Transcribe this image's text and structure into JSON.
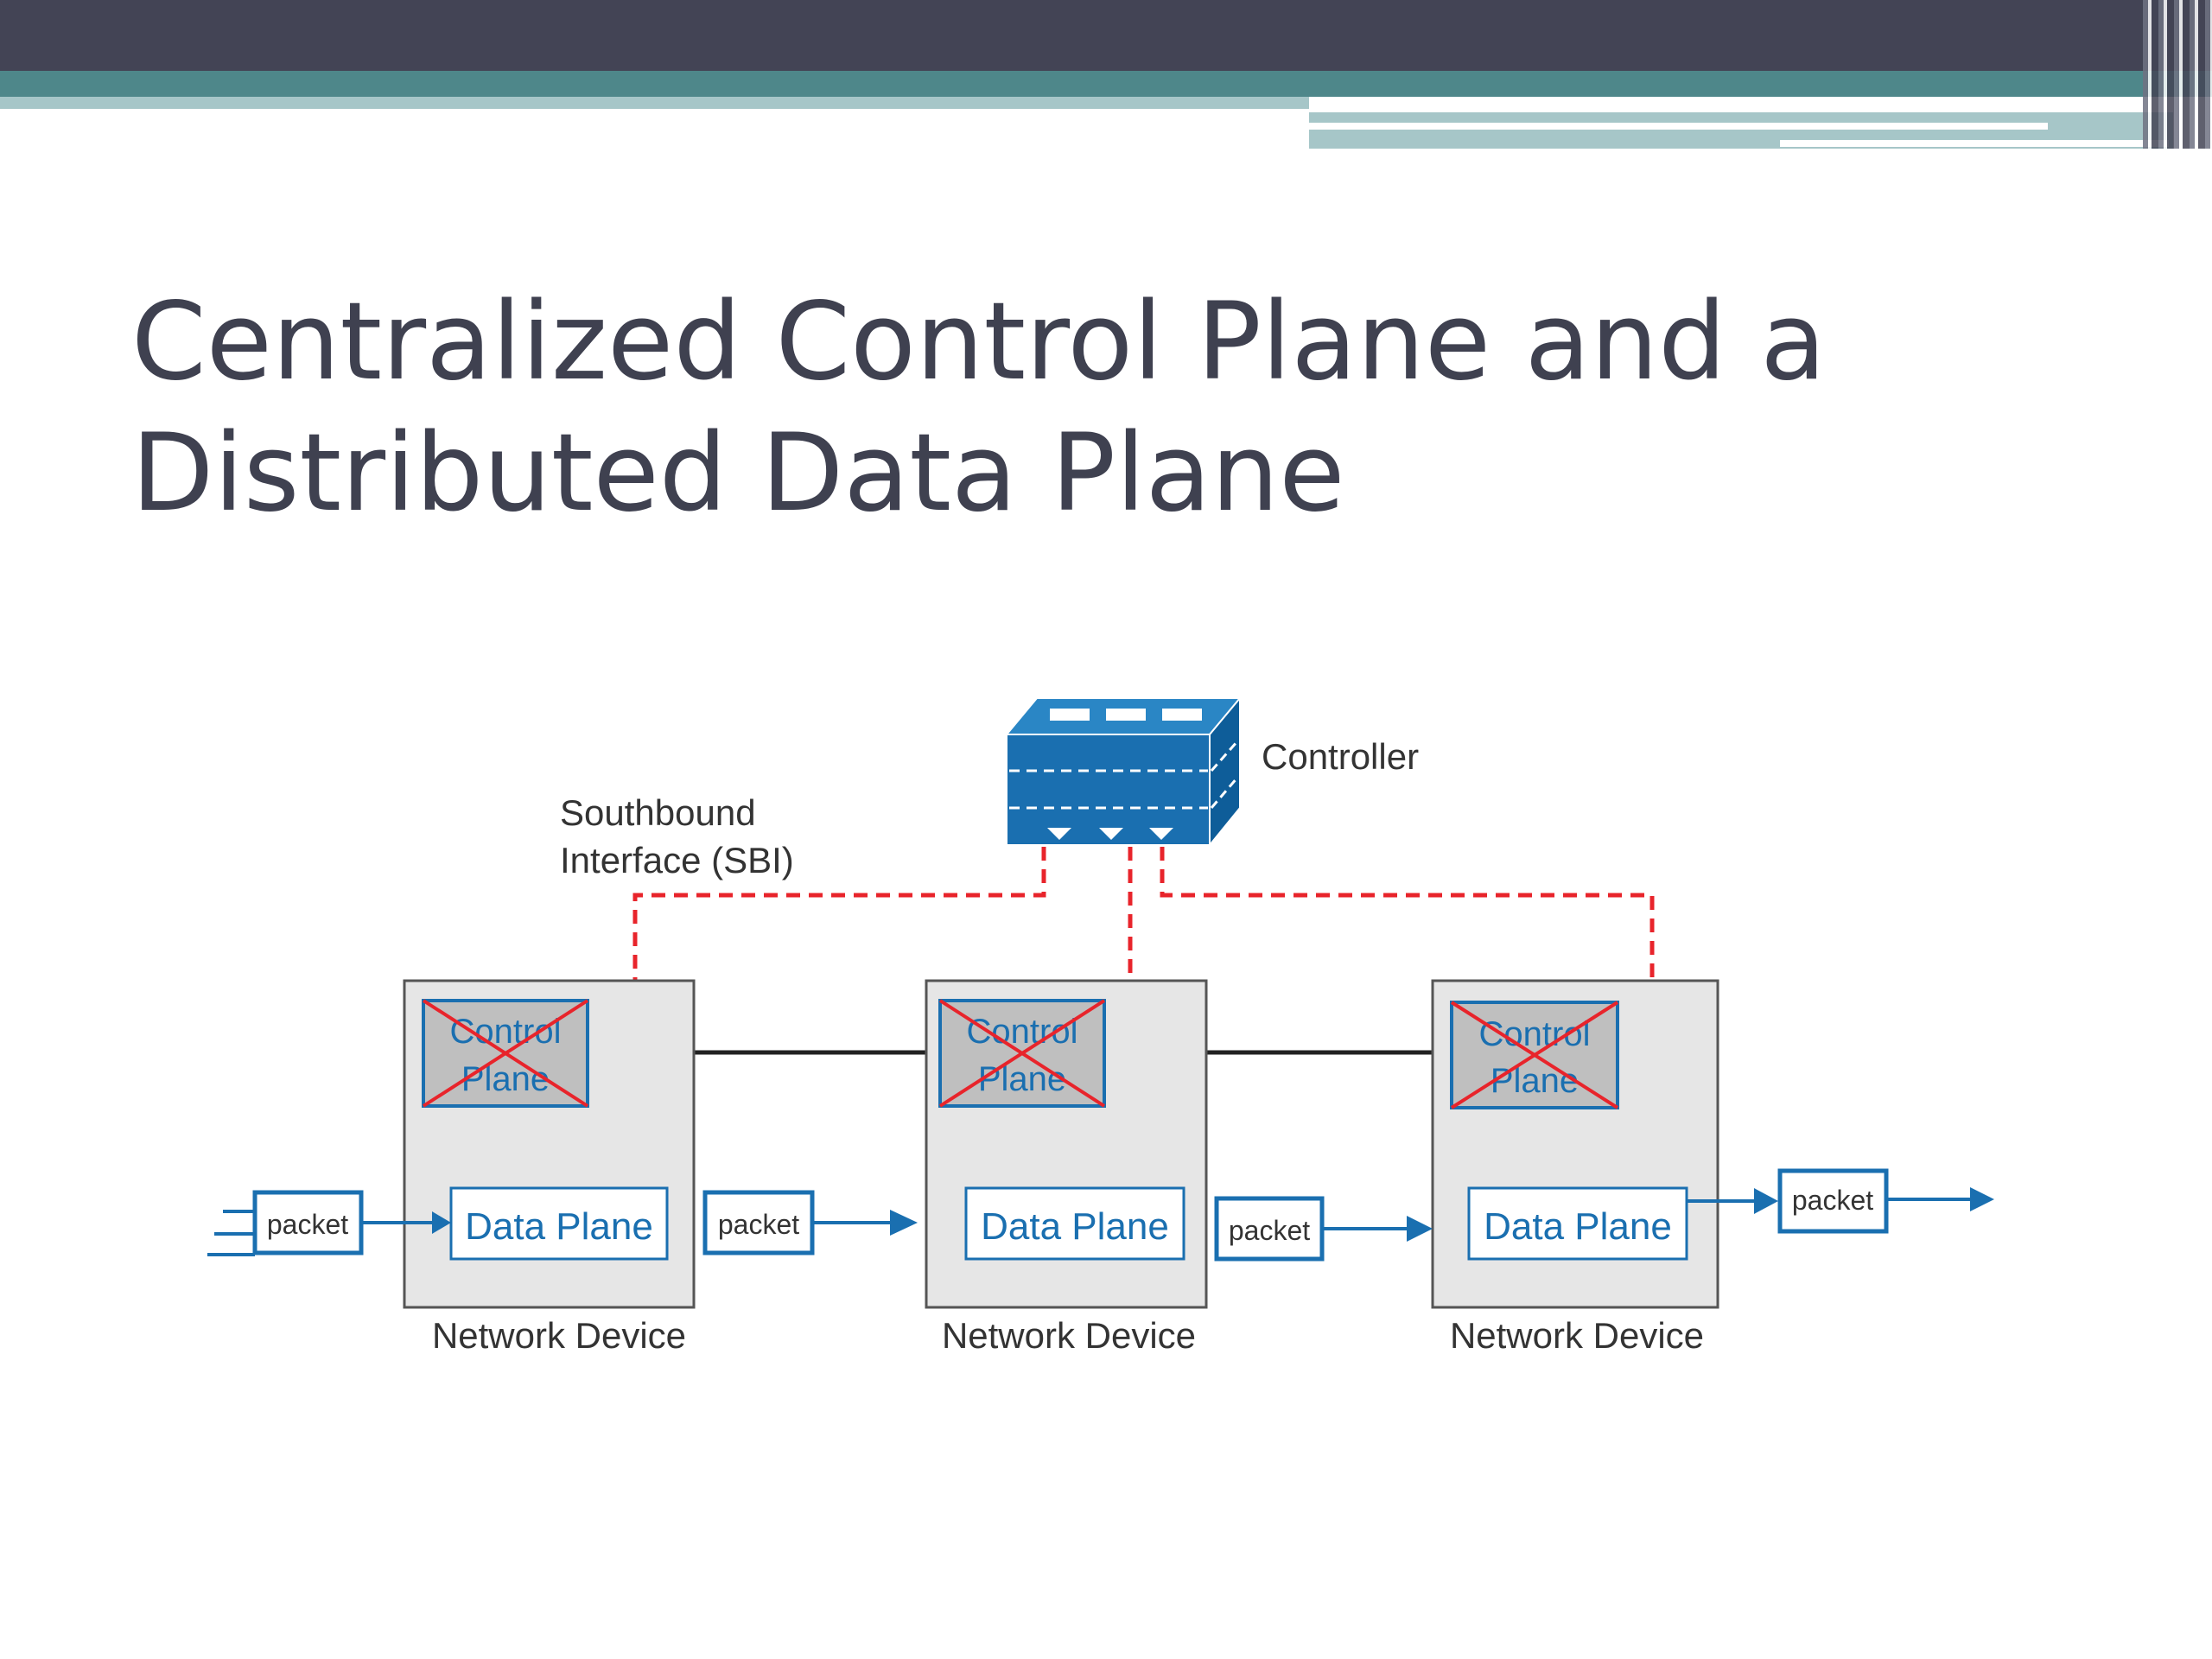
{
  "slide": {
    "title_line1": "Centralized Control Plane and a",
    "title_line2": "Distributed Data Plane"
  },
  "diagram": {
    "controller_label": "Controller",
    "sbi_label_line1": "Southbound",
    "sbi_label_line2": "Interface (SBI)",
    "devices": [
      {
        "label": "Network Device",
        "control_plane_line1": "Control",
        "control_plane_line2": "Plane",
        "data_plane": "Data Plane"
      },
      {
        "label": "Network Device",
        "control_plane_line1": "Control",
        "control_plane_line2": "Plane",
        "data_plane": "Data Plane"
      },
      {
        "label": "Network Device",
        "control_plane_line1": "Control",
        "control_plane_line2": "Plane",
        "data_plane": "Data Plane"
      }
    ],
    "packets": [
      "packet",
      "packet",
      "packet",
      "packet"
    ],
    "colors": {
      "controller": "#1a6fb0",
      "sbi_dashed": "#e8242b",
      "data_plane_border": "#1a6fb0",
      "device_fill": "#e6e6e6",
      "control_plane_fill": "#bfbfbf",
      "cross": "#e8242b"
    }
  }
}
